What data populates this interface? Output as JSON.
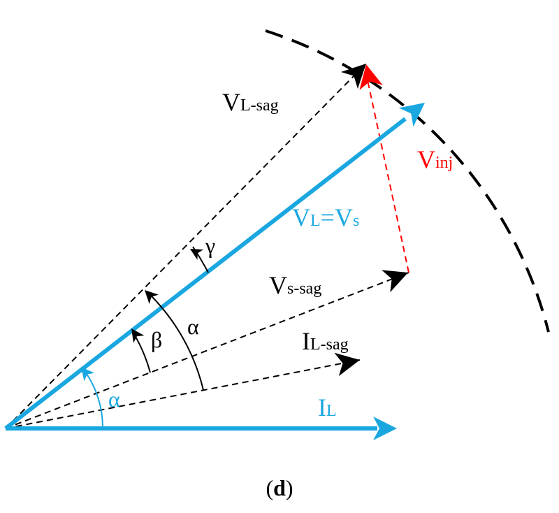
{
  "colors": {
    "blue": "#1aa7e0",
    "black": "#000000",
    "red": "#ff0000"
  },
  "labels": {
    "vl_sag": {
      "main": "V",
      "sub": "L-sag"
    },
    "vinj": {
      "main": "V",
      "sub": "inj"
    },
    "vl_vs": {
      "a": "V",
      "a_sub": "L",
      "eq": "=V",
      "b_sub": "s"
    },
    "vs_sag": {
      "main": "V",
      "sub": "s-sag"
    },
    "il_sag": {
      "main": "I",
      "sub": "L-sag"
    },
    "il": {
      "main": "I",
      "sub": "L"
    },
    "gamma": "γ",
    "beta": "β",
    "alpha_black": "α",
    "alpha_blue": "α"
  },
  "caption": {
    "open": "(",
    "letter": "d",
    "close": ")"
  }
}
